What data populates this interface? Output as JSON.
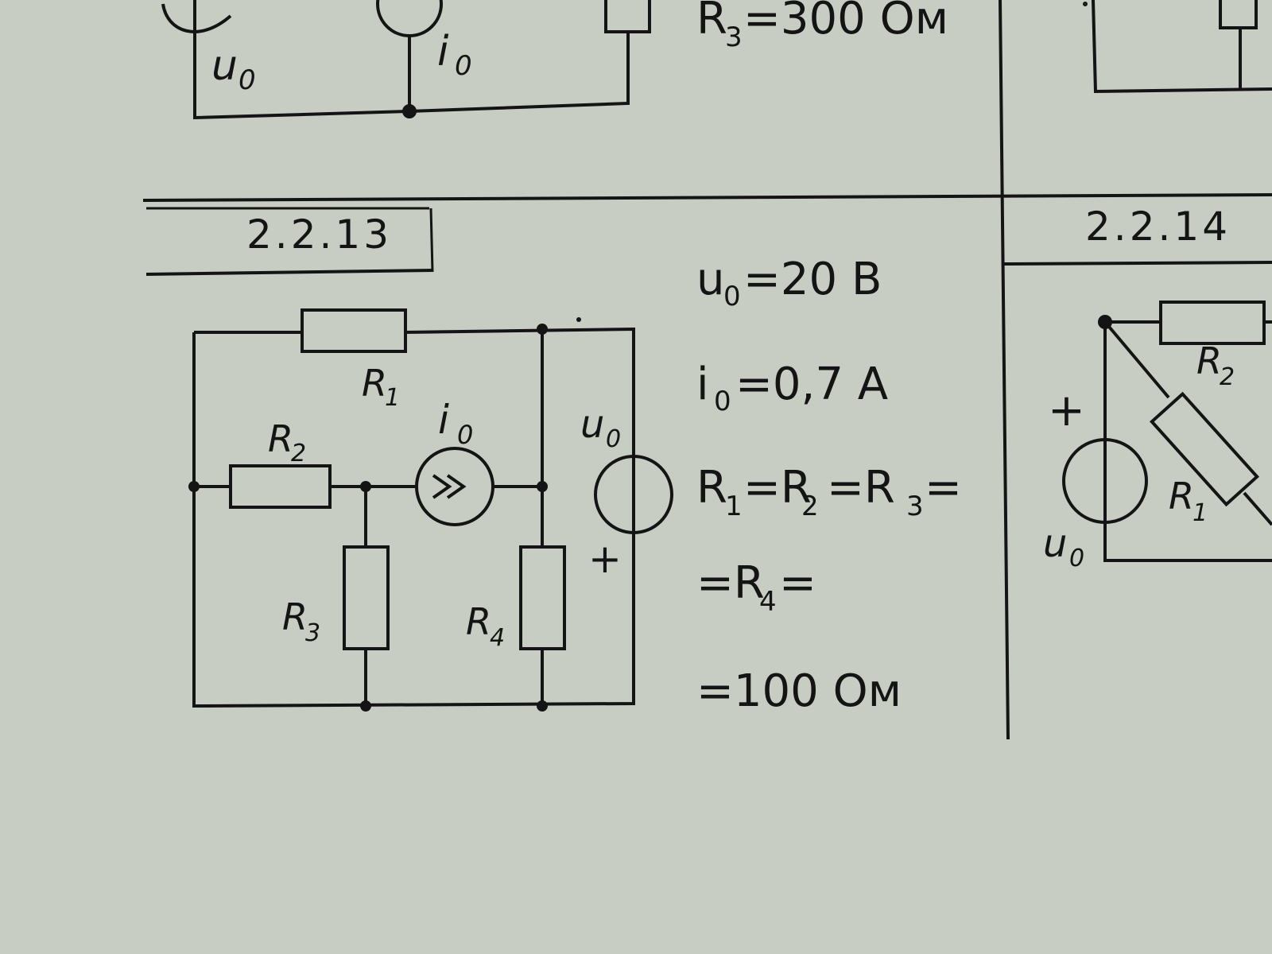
{
  "top_fragment": {
    "source_label": "u",
    "source_sub": "0",
    "current_label": "i",
    "current_sub": "0",
    "r3_text": "R",
    "r3_sub": "3",
    "r3_value": "=300 Ом"
  },
  "problem_2_2_13": {
    "number": "2.2.13",
    "labels": {
      "r1": "R",
      "r1_sub": "1",
      "r2": "R",
      "r2_sub": "2",
      "r3": "R",
      "r3_sub": "3",
      "r4": "R",
      "r4_sub": "4",
      "i0": "i",
      "i0_sub": "0",
      "u0": "u",
      "u0_sub": "0",
      "plus": "+"
    },
    "givens": [
      {
        "symbol": "u",
        "sub": "0",
        "text": "=20  В"
      },
      {
        "symbol": "i",
        "sub": "0",
        "text": "=0,7  А"
      }
    ],
    "resistance_lines": {
      "l1": {
        "a": "R",
        "a_sub": "1",
        "b": "=R",
        "b_sub": "2",
        "c": "=R",
        "c_sub": "3",
        "end": "="
      },
      "l2": {
        "a": "=R",
        "a_sub": "4",
        "end": "="
      },
      "l3": {
        "text": "=100  Ом"
      }
    }
  },
  "problem_2_2_14": {
    "number": "2.2.14",
    "labels": {
      "r1": "R",
      "r1_sub": "1",
      "r2": "R",
      "r2_sub": "2",
      "u0": "u",
      "u0_sub": "0",
      "plus": "+"
    }
  }
}
